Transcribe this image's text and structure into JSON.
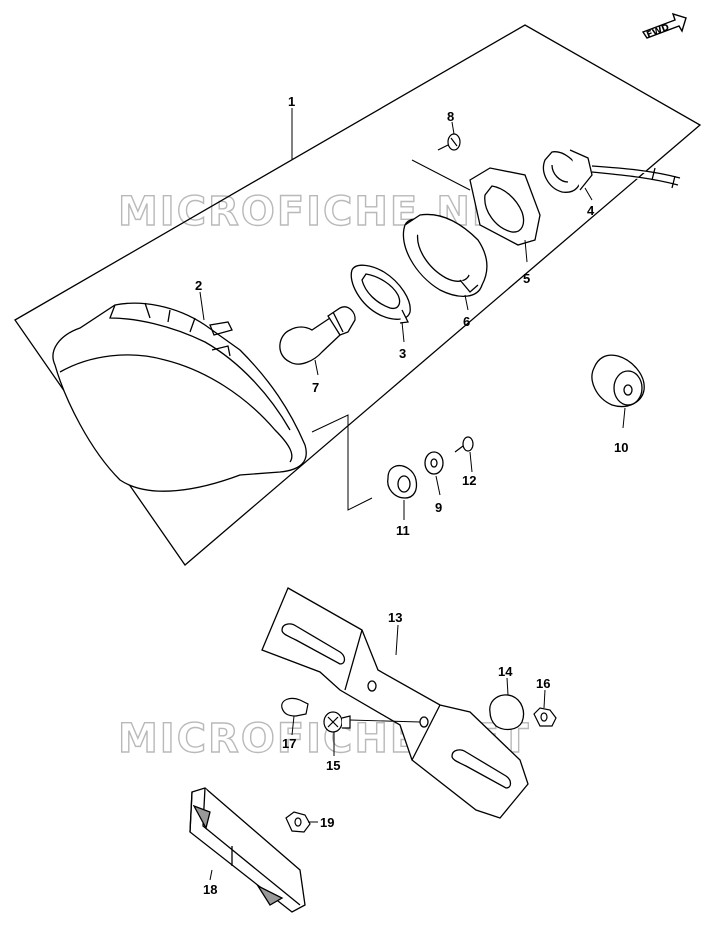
{
  "orientation_badge": "FWD",
  "watermarks": [
    "MICROFICHE.NET",
    "MICROFICHE.NET"
  ],
  "callouts": [
    "1",
    "2",
    "3",
    "4",
    "5",
    "6",
    "7",
    "8",
    "9",
    "10",
    "11",
    "12",
    "13",
    "14",
    "15",
    "16",
    "17",
    "18",
    "19"
  ],
  "colors": {
    "line": "#000000",
    "watermark_stroke": "#b9b9b9",
    "background": "#ffffff"
  }
}
